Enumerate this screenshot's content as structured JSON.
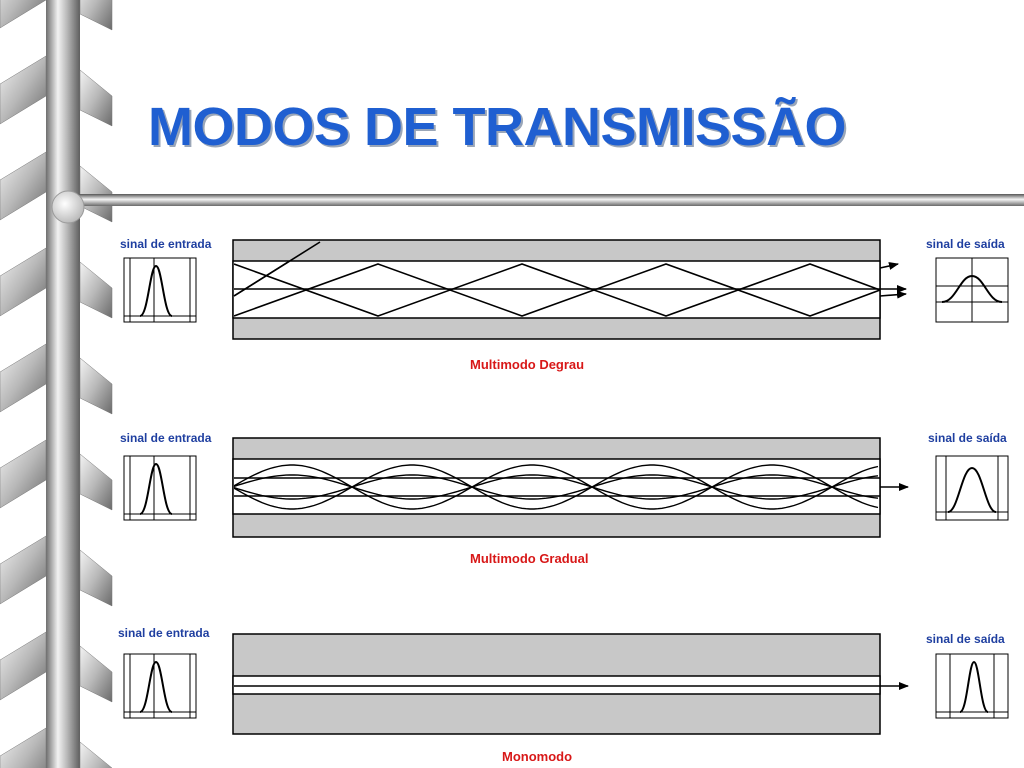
{
  "slide": {
    "title": "MODOS DE TRANSMISSÃO"
  },
  "colors": {
    "title": "#1f5fd1",
    "input_output_labels": "#1f3fa0",
    "fiber_names": "#d81818",
    "cladding": "#c8c8c8",
    "core": "#ffffff",
    "lines": "#000000"
  },
  "fibers": [
    {
      "name": "Multimodo Degrau",
      "input_label": "sinal de entrada",
      "output_label": "sinal de saída",
      "ray_pattern": "zigzag",
      "output_pulse": "broad"
    },
    {
      "name": "Multimodo Gradual",
      "input_label": "sinal de entrada",
      "output_label": "sinal de saída",
      "ray_pattern": "sinusoidal",
      "output_pulse": "medium"
    },
    {
      "name": "Monomodo",
      "input_label": "sinal de entrada",
      "output_label": "sinal de saída",
      "ray_pattern": "straight",
      "output_pulse": "narrow"
    }
  ]
}
